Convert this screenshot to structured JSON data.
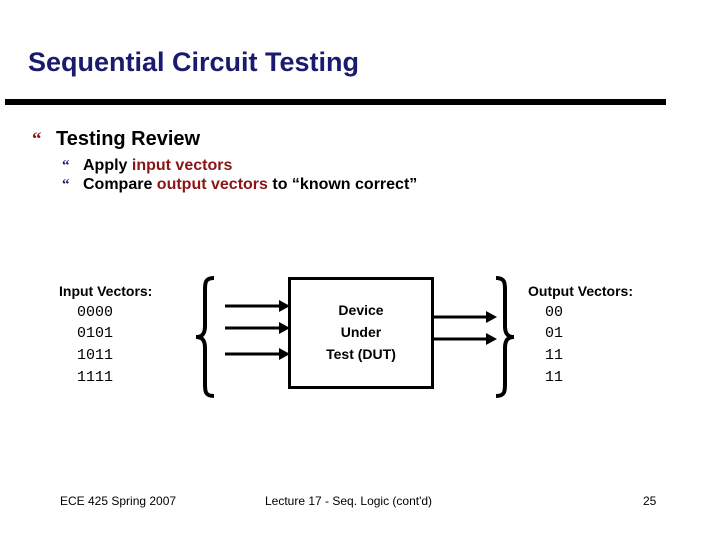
{
  "slide": {
    "title": "Sequential Circuit Testing",
    "title_color": "#1a1a6e",
    "accent_color": "#8a1515",
    "rule_color": "#000000"
  },
  "bullets": {
    "level1": {
      "glyph": "“",
      "text": "Testing Review"
    },
    "sub": [
      {
        "glyph": "“",
        "prefix": "Apply ",
        "highlight": "input vectors",
        "suffix": ""
      },
      {
        "glyph": "“",
        "prefix": "Compare ",
        "highlight": "output vectors",
        "suffix": " to “known correct”"
      }
    ]
  },
  "diagram": {
    "input": {
      "label": "Input Vectors:",
      "vectors": [
        "0000",
        "0101",
        "1011",
        "1111"
      ],
      "arrow_count": 3
    },
    "dut": {
      "line1": "Device",
      "line2": "Under",
      "line3": "Test (DUT)"
    },
    "output": {
      "label": "Output Vectors:",
      "vectors": [
        "00",
        "01",
        "11",
        "11"
      ],
      "arrow_count": 2
    }
  },
  "footer": {
    "left": "ECE 425 Spring 2007",
    "center": "Lecture 17 - Seq. Logic (cont'd)",
    "page": "25"
  }
}
